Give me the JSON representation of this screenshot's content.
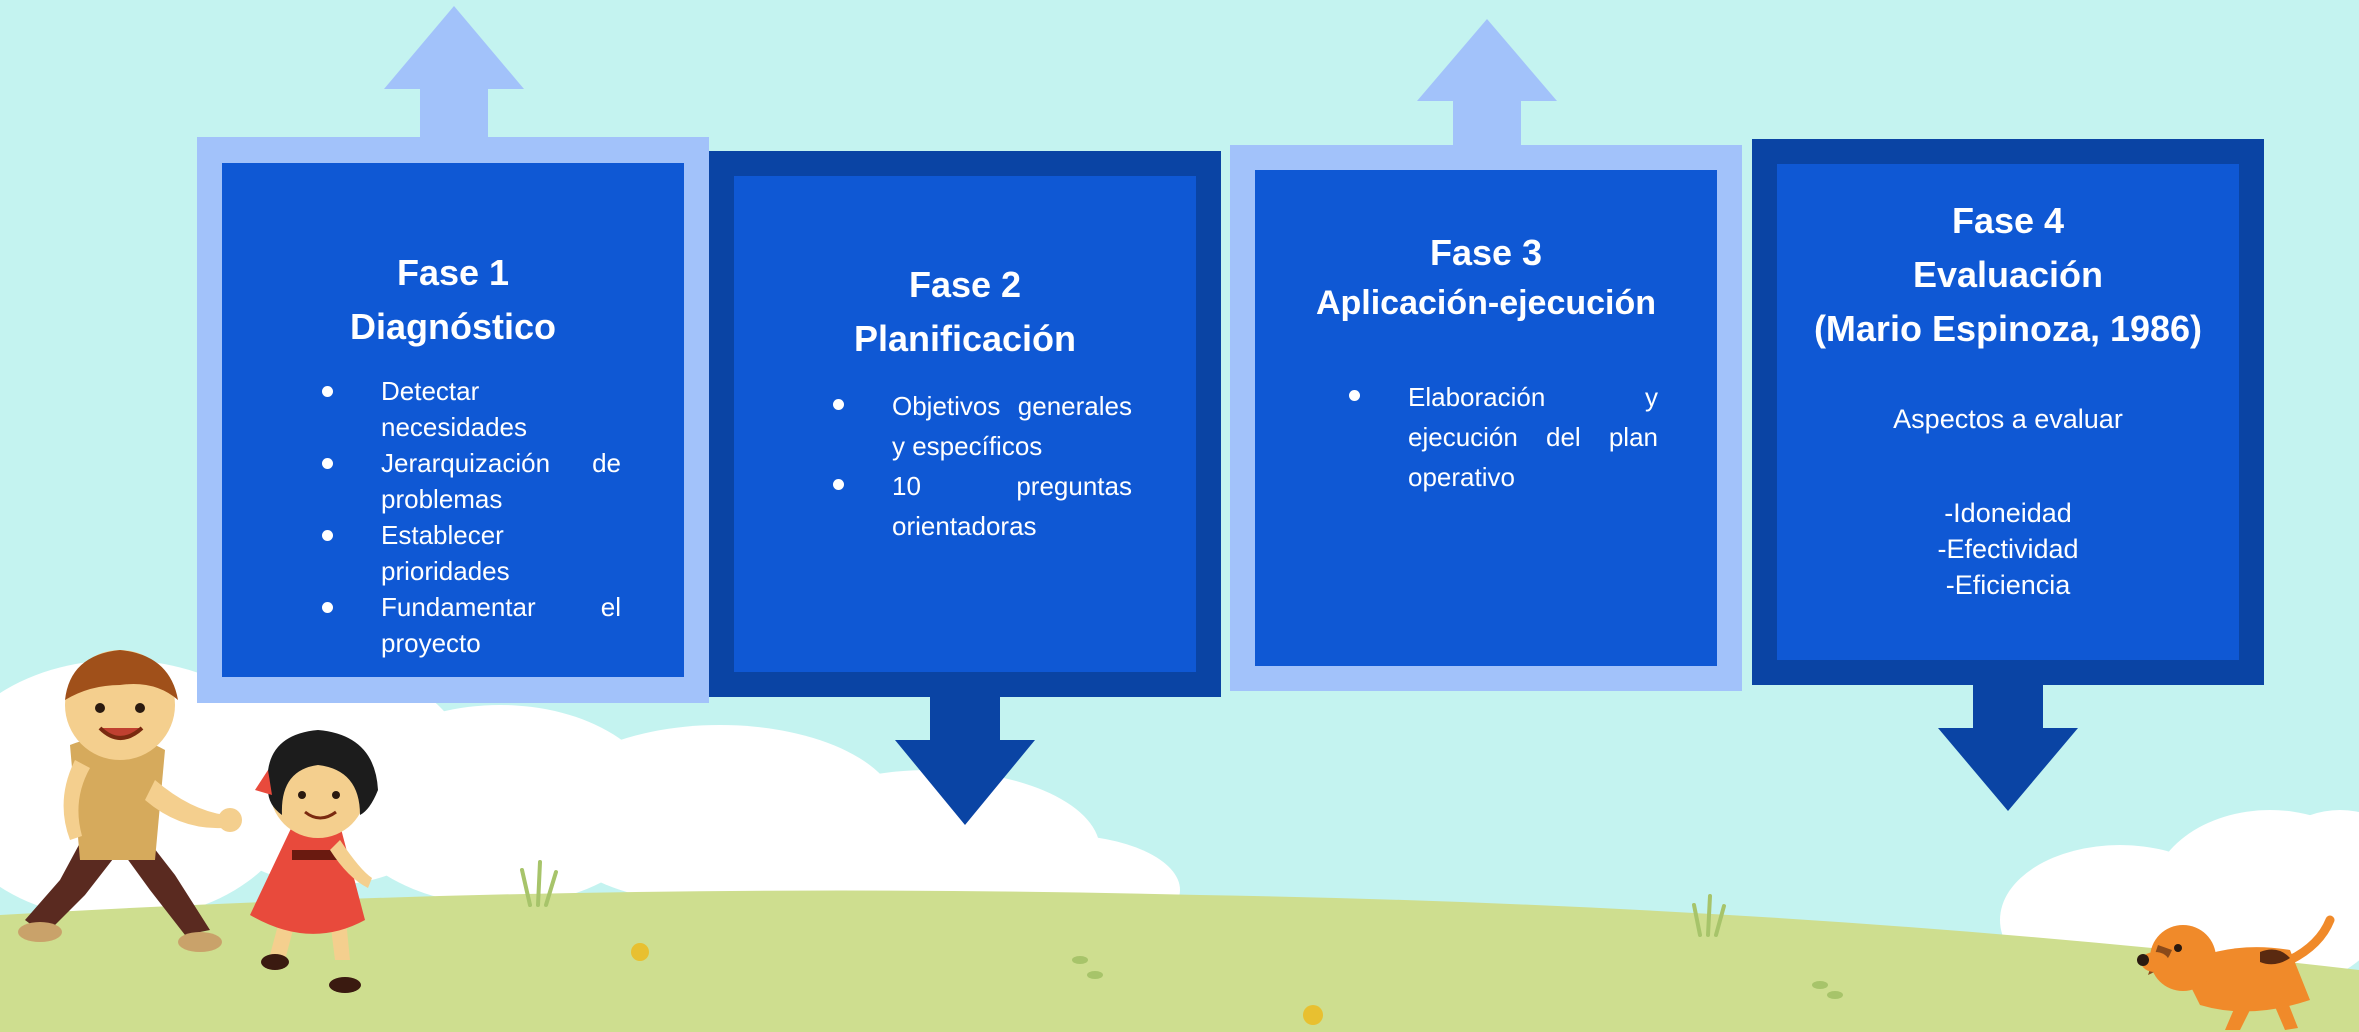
{
  "colors": {
    "sky": "#c4f3f0",
    "inner_blue": "#0f58d4",
    "dark_blue_frame": "#0a44a4",
    "light_blue_frame": "#a2c2fa",
    "grass": "#cede8f",
    "cloud": "#ffffff"
  },
  "phases": [
    {
      "title_line1": "Fase 1",
      "title_line2": "Diagnóstico",
      "items": [
        "Detectar necesidades",
        "Jerarquización de problemas",
        "Establecer prioridades",
        "Fundamentar el proyecto"
      ],
      "arrow": "up",
      "frame": "light"
    },
    {
      "title_line1": "Fase 2",
      "title_line2": "Planificación",
      "items": [
        "Objetivos generales y específicos",
        "10 preguntas orientadoras"
      ],
      "arrow": "down",
      "frame": "dark"
    },
    {
      "title_line1": "Fase 3",
      "title_line2": "Aplicación-ejecución",
      "items": [
        "Elaboración y ejecución del plan operativo"
      ],
      "arrow": "up",
      "frame": "light"
    },
    {
      "title_line1": "Fase 4",
      "title_line2": "Evaluación",
      "title_line3": "(Mario Espinoza, 1986)",
      "subtitle": "Aspectos a evaluar",
      "aspects": [
        "-Idoneidad",
        "-Efectividad",
        "-Eficiencia"
      ],
      "arrow": "down",
      "frame": "dark"
    }
  ],
  "illustrations": [
    "boy-illustration",
    "girl-illustration",
    "dog-illustration"
  ]
}
